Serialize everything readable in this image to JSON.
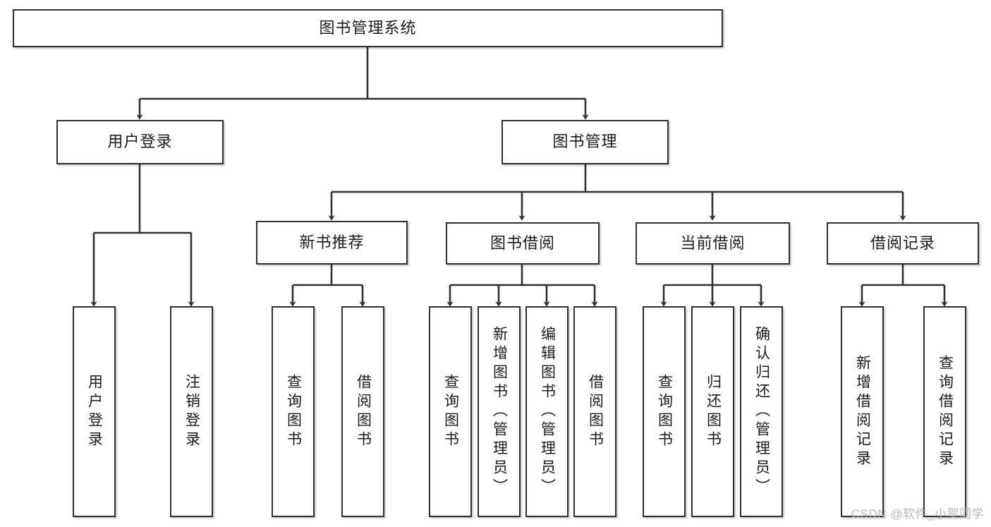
{
  "diagram": {
    "type": "tree",
    "title": "图书管理系统",
    "root": {
      "id": "root",
      "label": "图书管理系统",
      "orientation": "horizontal"
    },
    "level2": [
      {
        "id": "user-login",
        "label": "用户登录",
        "orientation": "horizontal"
      },
      {
        "id": "book-manage",
        "label": "图书管理",
        "orientation": "horizontal"
      }
    ],
    "level3": [
      {
        "id": "new-book-rec",
        "label": "新书推荐",
        "parent": "book-manage",
        "orientation": "horizontal"
      },
      {
        "id": "book-borrow",
        "label": "图书借阅",
        "parent": "book-manage",
        "orientation": "horizontal"
      },
      {
        "id": "current-borrow",
        "label": "当前借阅",
        "parent": "book-manage",
        "orientation": "horizontal"
      },
      {
        "id": "borrow-record",
        "label": "借阅记录",
        "parent": "book-manage",
        "orientation": "horizontal"
      }
    ],
    "leaves": [
      {
        "id": "leaf-user-login",
        "label": "用户登录",
        "parent": "user-login",
        "orientation": "vertical"
      },
      {
        "id": "leaf-logout",
        "label": "注销登录",
        "parent": "user-login",
        "orientation": "vertical"
      },
      {
        "id": "leaf-query-book-1",
        "label": "查询图书",
        "parent": "new-book-rec",
        "orientation": "vertical"
      },
      {
        "id": "leaf-borrow-book-1",
        "label": "借阅图书",
        "parent": "new-book-rec",
        "orientation": "vertical"
      },
      {
        "id": "leaf-query-book-2",
        "label": "查询图书",
        "parent": "book-borrow",
        "orientation": "vertical"
      },
      {
        "id": "leaf-add-book",
        "label": "新增图书（管理员）",
        "parent": "book-borrow",
        "orientation": "vertical"
      },
      {
        "id": "leaf-edit-book",
        "label": "编辑图书（管理员）",
        "parent": "book-borrow",
        "orientation": "vertical"
      },
      {
        "id": "leaf-borrow-book-2",
        "label": "借阅图书",
        "parent": "book-borrow",
        "orientation": "vertical"
      },
      {
        "id": "leaf-query-book-3",
        "label": "查询图书",
        "parent": "current-borrow",
        "orientation": "vertical"
      },
      {
        "id": "leaf-return-book",
        "label": "归还图书",
        "parent": "current-borrow",
        "orientation": "vertical"
      },
      {
        "id": "leaf-confirm-return",
        "label": "确认归还（管理员）",
        "parent": "current-borrow",
        "orientation": "vertical"
      },
      {
        "id": "leaf-add-record",
        "label": "新增借阅记录",
        "parent": "borrow-record",
        "orientation": "vertical"
      },
      {
        "id": "leaf-query-record",
        "label": "查询借阅记录",
        "parent": "borrow-record",
        "orientation": "vertical"
      }
    ],
    "colors": {
      "stroke": "#30302f",
      "fill": "#ffffff",
      "text": "#1c1c1c",
      "watermark": "#b9b9b9"
    }
  },
  "watermark": {
    "text": "CSDN @软件_小贺同学"
  }
}
